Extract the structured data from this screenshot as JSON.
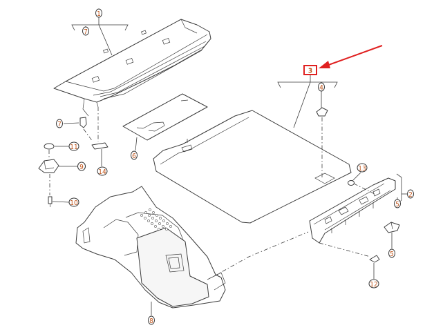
{
  "diagram": {
    "callouts": [
      {
        "id": "c1",
        "label": "1"
      },
      {
        "id": "c2",
        "label": "2"
      },
      {
        "id": "c3",
        "label": "3"
      },
      {
        "id": "c4",
        "label": "4"
      },
      {
        "id": "c5a",
        "label": "5"
      },
      {
        "id": "c5b",
        "label": "5"
      },
      {
        "id": "c6",
        "label": "6"
      },
      {
        "id": "c7a",
        "label": "7"
      },
      {
        "id": "c7b",
        "label": "7"
      },
      {
        "id": "c8",
        "label": "8"
      },
      {
        "id": "c9",
        "label": "9"
      },
      {
        "id": "c10",
        "label": "10"
      },
      {
        "id": "c11",
        "label": "11"
      },
      {
        "id": "c12",
        "label": "12"
      },
      {
        "id": "c13",
        "label": "13"
      },
      {
        "id": "c14",
        "label": "14"
      }
    ],
    "colors": {
      "callout_text": "#c0541a",
      "highlight": "#e02020",
      "line": "#3a3a3a"
    }
  }
}
